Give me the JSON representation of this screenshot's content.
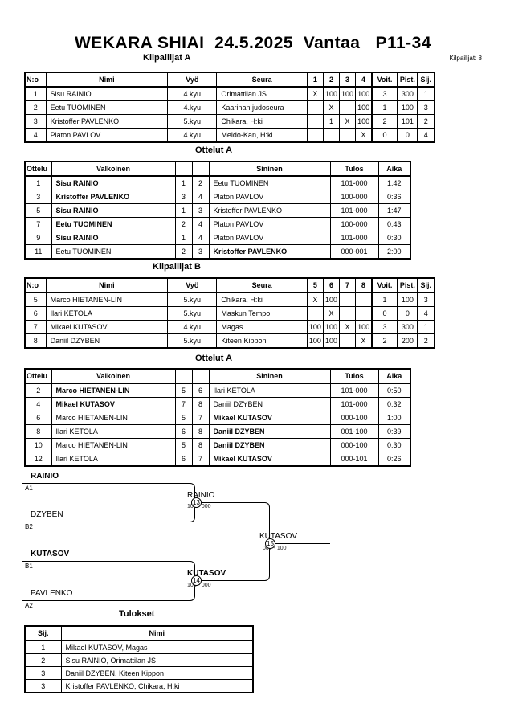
{
  "page": {
    "title": "WEKARA SHIAI  24.5.2025  Vantaa   P11-34",
    "competitors_count": "Kilpailijat: 8"
  },
  "sections": {
    "pool_a": "Kilpailijat A",
    "matches_a": "Ottelut A",
    "pool_b": "Kilpailijat B",
    "matches_b": "Ottelut A",
    "results": "Tulokset"
  },
  "pool_a": {
    "headers": [
      "N:o",
      "Nimi",
      "Vyö",
      "Seura",
      "1",
      "2",
      "3",
      "4",
      "Voit.",
      "Pist.",
      "Sij."
    ],
    "rows": [
      {
        "no": "1",
        "name": "Sisu RAINIO",
        "belt": "4.kyu",
        "club": "Orimattilan JS",
        "m": [
          "X",
          "100",
          "100",
          "100"
        ],
        "wins": "3",
        "points": "300",
        "place": "1"
      },
      {
        "no": "2",
        "name": "Eetu TUOMINEN",
        "belt": "4.kyu",
        "club": "Kaarinan judoseura",
        "m": [
          "",
          "X",
          "",
          "100"
        ],
        "wins": "1",
        "points": "100",
        "place": "3"
      },
      {
        "no": "3",
        "name": "Kristoffer PAVLENKO",
        "belt": "5.kyu",
        "club": "Chikara, H:ki",
        "m": [
          "",
          "1",
          "X",
          "100"
        ],
        "wins": "2",
        "points": "101",
        "place": "2"
      },
      {
        "no": "4",
        "name": "Platon PAVLOV",
        "belt": "4.kyu",
        "club": "Meido-Kan, H:ki",
        "m": [
          "",
          "",
          "",
          "X"
        ],
        "wins": "0",
        "points": "0",
        "place": "4"
      }
    ]
  },
  "matches_a": {
    "headers": [
      "Ottelu",
      "Valkoinen",
      "",
      "",
      "Sininen",
      "Tulos",
      "Aika"
    ],
    "rows": [
      {
        "match": "1",
        "white": "Sisu RAINIO",
        "wb": true,
        "wn": "1",
        "bn": "2",
        "blue": "Eetu TUOMINEN",
        "bb": false,
        "result": "101-000",
        "time": "1:42"
      },
      {
        "match": "3",
        "white": "Kristoffer PAVLENKO",
        "wb": true,
        "wn": "3",
        "bn": "4",
        "blue": "Platon PAVLOV",
        "bb": false,
        "result": "100-000",
        "time": "0:36"
      },
      {
        "match": "5",
        "white": "Sisu RAINIO",
        "wb": true,
        "wn": "1",
        "bn": "3",
        "blue": "Kristoffer PAVLENKO",
        "bb": false,
        "result": "101-000",
        "time": "1:47"
      },
      {
        "match": "7",
        "white": "Eetu TUOMINEN",
        "wb": true,
        "wn": "2",
        "bn": "4",
        "blue": "Platon PAVLOV",
        "bb": false,
        "result": "100-000",
        "time": "0:43"
      },
      {
        "match": "9",
        "white": "Sisu RAINIO",
        "wb": true,
        "wn": "1",
        "bn": "4",
        "blue": "Platon PAVLOV",
        "bb": false,
        "result": "101-000",
        "time": "0:30"
      },
      {
        "match": "11",
        "white": "Eetu TUOMINEN",
        "wb": false,
        "wn": "2",
        "bn": "3",
        "blue": "Kristoffer PAVLENKO",
        "bb": true,
        "result": "000-001",
        "time": "2:00"
      }
    ]
  },
  "pool_b": {
    "headers": [
      "N:o",
      "Nimi",
      "Vyö",
      "Seura",
      "5",
      "6",
      "7",
      "8",
      "Voit.",
      "Pist.",
      "Sij."
    ],
    "rows": [
      {
        "no": "5",
        "name": "Marco HIETANEN-LIN",
        "belt": "5.kyu",
        "club": "Chikara, H:ki",
        "m": [
          "X",
          "100",
          "",
          ""
        ],
        "wins": "1",
        "points": "100",
        "place": "3"
      },
      {
        "no": "6",
        "name": "Ilari KETOLA",
        "belt": "5.kyu",
        "club": "Maskun Tempo",
        "m": [
          "",
          "X",
          "",
          ""
        ],
        "wins": "0",
        "points": "0",
        "place": "4"
      },
      {
        "no": "7",
        "name": "Mikael KUTASOV",
        "belt": "4.kyu",
        "club": "Magas",
        "m": [
          "100",
          "100",
          "X",
          "100"
        ],
        "wins": "3",
        "points": "300",
        "place": "1"
      },
      {
        "no": "8",
        "name": "Daniil DZYBEN",
        "belt": "5.kyu",
        "club": "Kiteen Kippon",
        "m": [
          "100",
          "100",
          "",
          "X"
        ],
        "wins": "2",
        "points": "200",
        "place": "2"
      }
    ]
  },
  "matches_b": {
    "headers": [
      "Ottelu",
      "Valkoinen",
      "",
      "",
      "Sininen",
      "Tulos",
      "Aika"
    ],
    "rows": [
      {
        "match": "2",
        "white": "Marco HIETANEN-LIN",
        "wb": true,
        "wn": "5",
        "bn": "6",
        "blue": "Ilari KETOLA",
        "bb": false,
        "result": "101-000",
        "time": "0:50"
      },
      {
        "match": "4",
        "white": "Mikael KUTASOV",
        "wb": true,
        "wn": "7",
        "bn": "8",
        "blue": "Daniil DZYBEN",
        "bb": false,
        "result": "101-000",
        "time": "0:32"
      },
      {
        "match": "6",
        "white": "Marco HIETANEN-LIN",
        "wb": false,
        "wn": "5",
        "bn": "7",
        "blue": "Mikael KUTASOV",
        "bb": true,
        "result": "000-100",
        "time": "1:00"
      },
      {
        "match": "8",
        "white": "Ilari KETOLA",
        "wb": false,
        "wn": "6",
        "bn": "8",
        "blue": "Daniil DZYBEN",
        "bb": true,
        "result": "001-100",
        "time": "0:39"
      },
      {
        "match": "10",
        "white": "Marco HIETANEN-LIN",
        "wb": false,
        "wn": "5",
        "bn": "8",
        "blue": "Daniil DZYBEN",
        "bb": true,
        "result": "000-100",
        "time": "0:30"
      },
      {
        "match": "12",
        "white": "Ilari KETOLA",
        "wb": false,
        "wn": "6",
        "bn": "7",
        "blue": "Mikael KUTASOV",
        "bb": true,
        "result": "000-101",
        "time": "0:26"
      }
    ]
  },
  "bracket": {
    "seed_a1": {
      "name": "RAINIO",
      "label": "A1",
      "bold": true
    },
    "seed_b2": {
      "name": "DZYBEN",
      "label": "B2",
      "bold": false
    },
    "seed_b1": {
      "name": "KUTASOV",
      "label": "B1",
      "bold": true
    },
    "seed_a2": {
      "name": "PAVLENKO",
      "label": "A2",
      "bold": false
    },
    "sf1": {
      "match_no": "13",
      "winner": "RAINIO",
      "score": "100 - 000",
      "bold": false
    },
    "sf2": {
      "match_no": "14",
      "winner": "KUTASOV",
      "score": "101 - 000",
      "bold": true
    },
    "final": {
      "match_no": "15",
      "winner": "KUTASOV",
      "score": "000 - 100",
      "bold": false
    }
  },
  "results": {
    "headers": [
      "Sij.",
      "Nimi"
    ],
    "rows": [
      {
        "place": "1",
        "name": "Mikael KUTASOV, Magas"
      },
      {
        "place": "2",
        "name": "Sisu RAINIO, Orimattilan JS"
      },
      {
        "place": "3",
        "name": "Daniil DZYBEN, Kiteen Kippon"
      },
      {
        "place": "3",
        "name": "Kristoffer PAVLENKO, Chikara, H:ki"
      }
    ]
  }
}
